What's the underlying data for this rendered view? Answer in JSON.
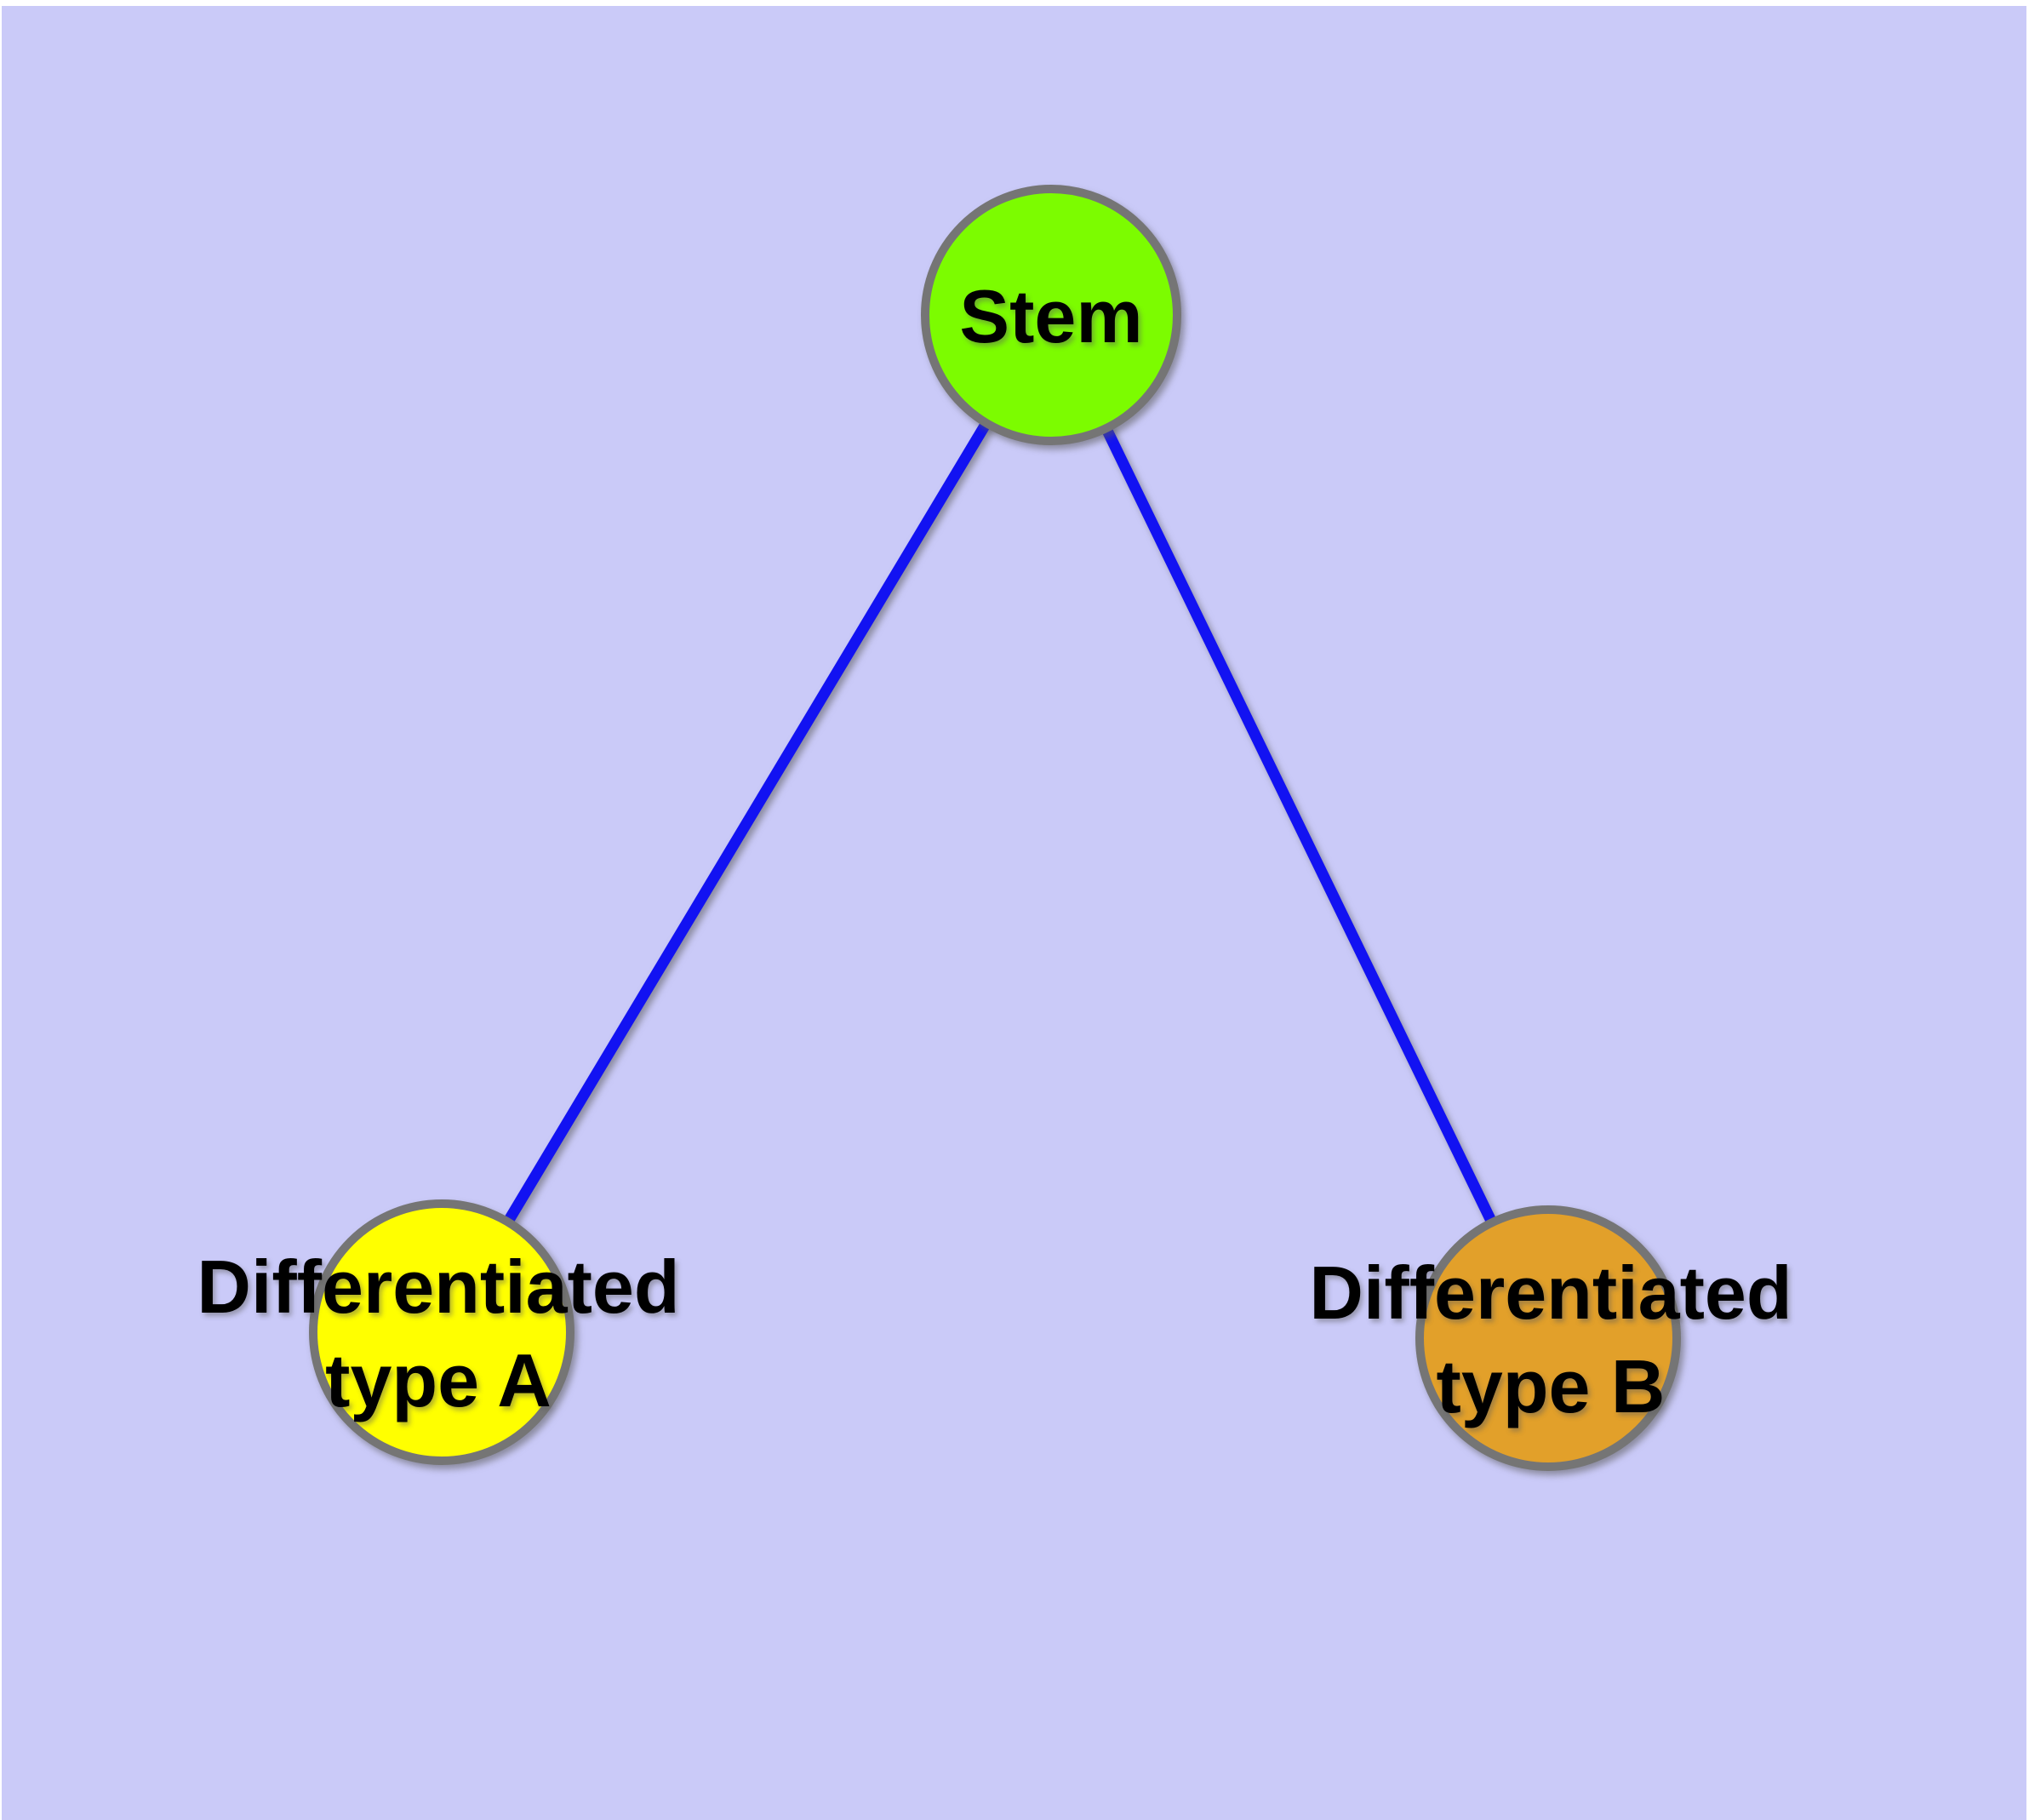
{
  "diagram": {
    "type": "graph",
    "background_color": "#cacaf8",
    "frame_color": "#ffffff",
    "edge_color": "#1212f2",
    "node_border_color": "#757575",
    "label_text_color": "#000000",
    "nodes": [
      {
        "id": "stem",
        "label": "Stem",
        "lines": [
          "Stem"
        ],
        "fill_color": "#7cfc00"
      },
      {
        "id": "differentiated-type-a",
        "label": "Differentiated type A",
        "lines": [
          "Differentiated",
          "type A"
        ],
        "fill_color": "#ffff00"
      },
      {
        "id": "differentiated-type-b",
        "label": "Differentiated type B",
        "lines": [
          "Differentiated",
          "type B"
        ],
        "fill_color": "#e2a02a"
      }
    ],
    "edges": [
      {
        "from": "Stem",
        "to": "Differentiated type A"
      },
      {
        "from": "Stem",
        "to": "Differentiated type B"
      }
    ]
  }
}
